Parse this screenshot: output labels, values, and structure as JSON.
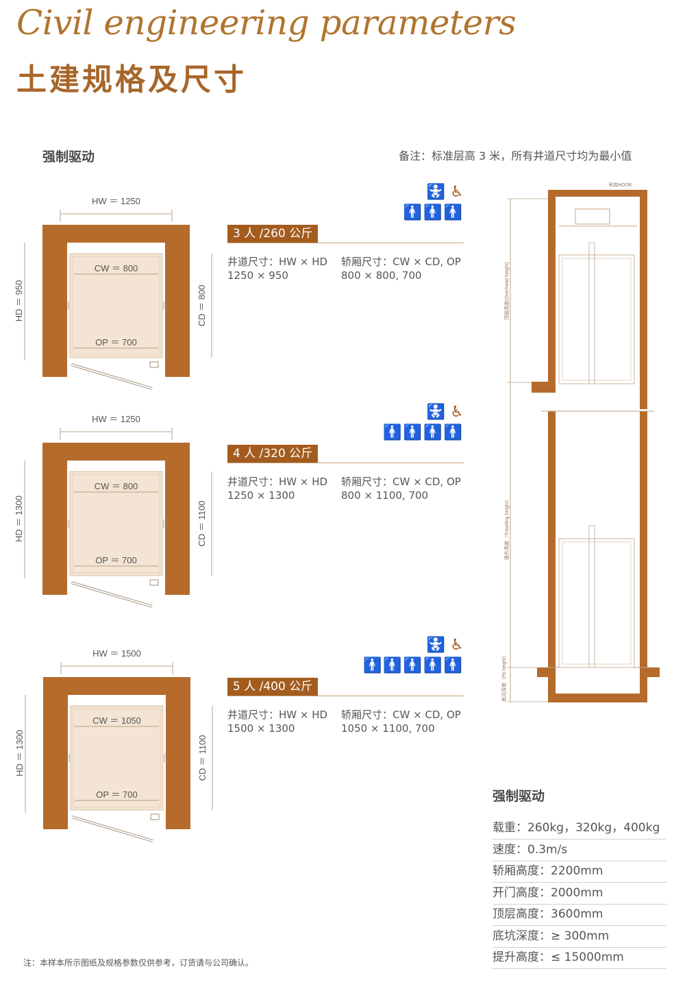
{
  "header": {
    "title_en": "Civil engineering parameters",
    "title_cn": "土建规格及尺寸"
  },
  "section_label": "强制驱动",
  "note_top": "备注：标准层高 3 米，所有井道尺寸均为最小值",
  "colors": {
    "brand": "#a35c1e",
    "wall": "#b56b2b",
    "car_fill": "#f3e4d3",
    "dim_line": "#b8a08a"
  },
  "icons": {
    "people_row_top": [
      "stroller-icon",
      "wheelchair-icon"
    ],
    "person_icon": "person-icon"
  },
  "configs": [
    {
      "capacity": "3 人 /260 公斤",
      "persons": 3,
      "hw": "HW ＝ 1250",
      "hd": "HD ＝ 950",
      "cw": "CW ＝ 800",
      "cd": "CD ＝ 800",
      "op": "OP ＝ 700",
      "shaft_label": "井道尺寸：HW × HD",
      "shaft_value": "1250 × 950",
      "car_label": "轿厢尺寸：CW × CD, OP",
      "car_value": "800 × 800, 700"
    },
    {
      "capacity": "4 人 /320 公斤",
      "persons": 4,
      "hw": "HW ＝ 1250",
      "hd": "HD ＝ 1300",
      "cw": "CW ＝ 800",
      "cd": "CD ＝ 1100",
      "op": "OP ＝ 700",
      "shaft_label": "井道尺寸：HW × HD",
      "shaft_value": "1250 × 1300",
      "car_label": "轿厢尺寸：CW × CD, OP",
      "car_value": "800 × 1100, 700"
    },
    {
      "capacity": "5 人 /400 公斤",
      "persons": 5,
      "hw": "HW ＝ 1500",
      "hd": "HD ＝ 1300",
      "cw": "CW ＝ 1050",
      "cd": "CD ＝ 1100",
      "op": "OP ＝ 700",
      "shaft_label": "井道尺寸：HW × HD",
      "shaft_value": "1500 × 1300",
      "car_label": "轿厢尺寸：CW × CD, OP",
      "car_value": "1050 × 1100, 700"
    }
  ],
  "section_view": {
    "hook_label": "吊钩HOOK",
    "overhead_label": "顶层高度(Overhead height)",
    "travel_label": "提升高度（Traveling height）",
    "pit_label": "底坑深度（Pit height）"
  },
  "params": {
    "title": "强制驱动",
    "rows": [
      "载重：260kg，320kg，400kg",
      "速度：0.3m/s",
      "轿厢高度：2200mm",
      "开门高度：2000mm",
      "顶层高度：3600mm",
      "底坑深度：≥ 300mm",
      "提升高度：≤ 15000mm"
    ]
  },
  "bottom_note": "注：本样本所示图纸及规格参数仅供参考，订货请与公司确认。"
}
